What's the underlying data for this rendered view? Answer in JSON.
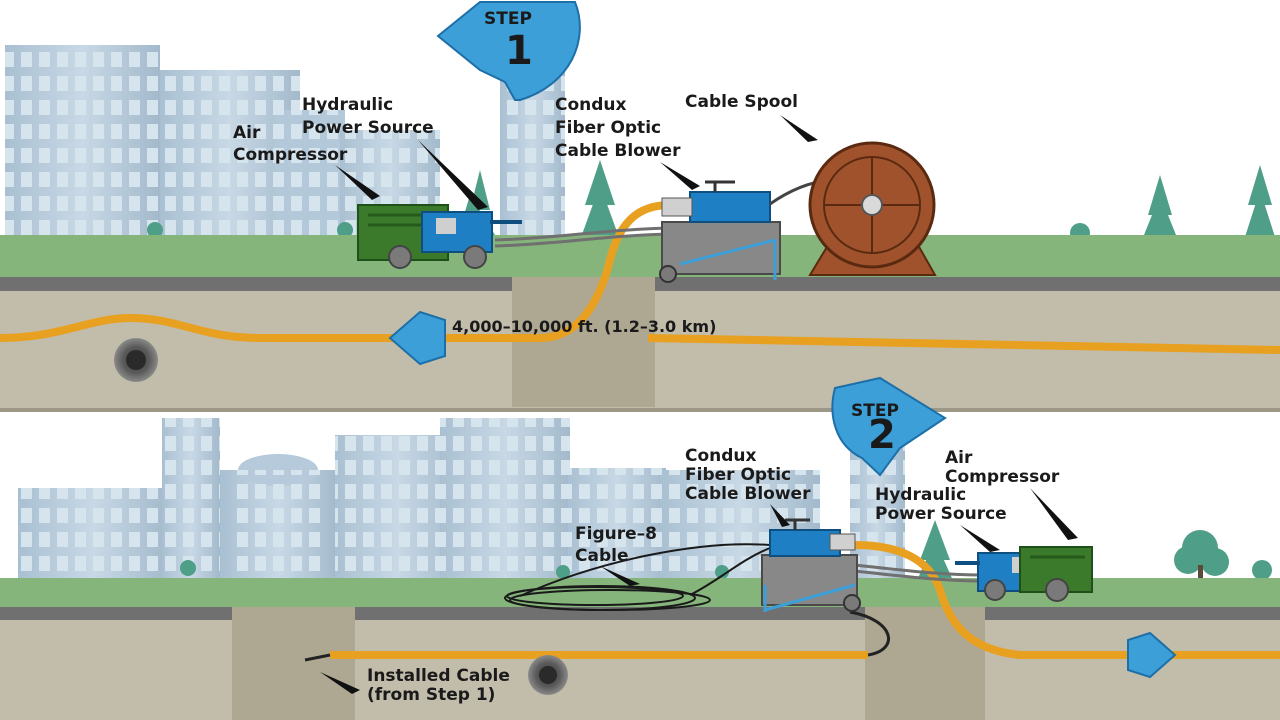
{
  "step1": {
    "badge_word": "STEP",
    "badge_number": "1",
    "air_compressor": [
      "Air",
      "Compressor"
    ],
    "hydraulic_power_source": [
      "Hydraulic",
      "Power Source"
    ],
    "cable_blower": [
      "Condux",
      "Fiber Optic",
      "Cable Blower"
    ],
    "cable_spool": "Cable Spool",
    "distance": "4,000–10,000 ft. (1.2–3.0 km)"
  },
  "step2": {
    "badge_word": "STEP",
    "badge_number": "2",
    "cable_blower": [
      "Condux",
      "Fiber Optic",
      "Cable Blower"
    ],
    "air_compressor": [
      "Air",
      "Compressor"
    ],
    "hydraulic_power_source": [
      "Hydraulic",
      "Power Source"
    ],
    "figure8_cable": [
      "Figure–8",
      "Cable"
    ],
    "installed_cable": [
      "Installed Cable",
      "(from Step 1)"
    ]
  },
  "colors": {
    "cable": "#e8a020",
    "grass": "#86b57c",
    "ground": "#c2bcaa",
    "road": "#707070",
    "building": "#b9ccdb",
    "equipment_blue": "#1f7fc4",
    "compressor_green": "#3a7a2a",
    "spool": "#a0522d",
    "arrow_blue": "#3d9fd8"
  }
}
